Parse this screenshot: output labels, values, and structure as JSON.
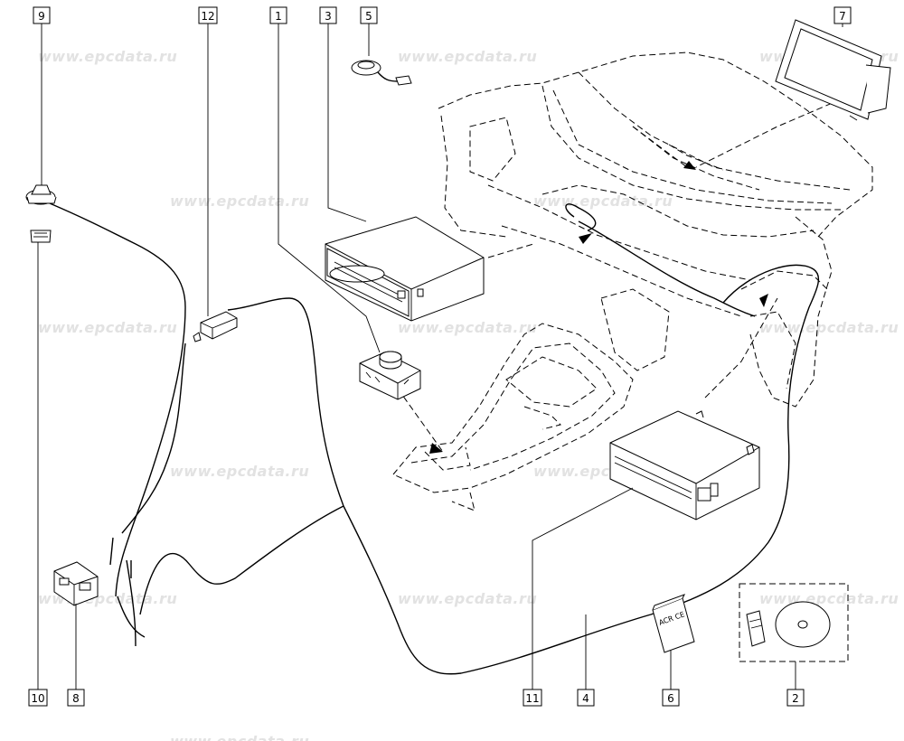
{
  "watermark": "www.epcdata.ru",
  "callouts": {
    "c1": "1",
    "c2": "2",
    "c3": "3",
    "c4": "4",
    "c5": "5",
    "c6": "6",
    "c7": "7",
    "c8": "8",
    "c9": "9",
    "c10": "10",
    "c11": "11",
    "c12": "12"
  },
  "booklet_text": "ACR CE"
}
